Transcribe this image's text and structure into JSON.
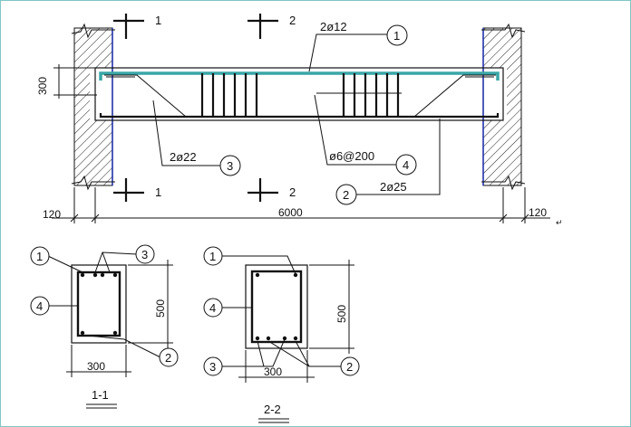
{
  "section_cuts": {
    "cut1_top": "1",
    "cut1_bottom": "1",
    "cut2_top": "2",
    "cut2_bottom": "2"
  },
  "callouts": {
    "top_bar": {
      "spec": "2ø12",
      "mark": "1"
    },
    "bent_bar": {
      "spec": "2ø22",
      "mark": "3"
    },
    "stirrup": {
      "spec": "ø6@200",
      "mark": "4"
    },
    "bottom_bar": {
      "spec": "2ø25",
      "mark": "2"
    }
  },
  "dimensions": {
    "beam_height_left": "300",
    "support_left": "120",
    "span": "6000",
    "support_right": "120"
  },
  "section_1_1": {
    "title": "1-1",
    "marks": {
      "m1": "1",
      "m3": "3",
      "m4": "4",
      "m2": "2"
    },
    "width": "300",
    "height": "500"
  },
  "section_2_2": {
    "title": "2-2",
    "marks": {
      "m1": "1",
      "m4": "4",
      "m3": "3",
      "m2": "2"
    },
    "width": "300",
    "height": "500"
  },
  "colors": {
    "frame_border": "#7fc6c6",
    "top_bar": "#3aa6a6",
    "wall_edge": "#2233aa"
  }
}
